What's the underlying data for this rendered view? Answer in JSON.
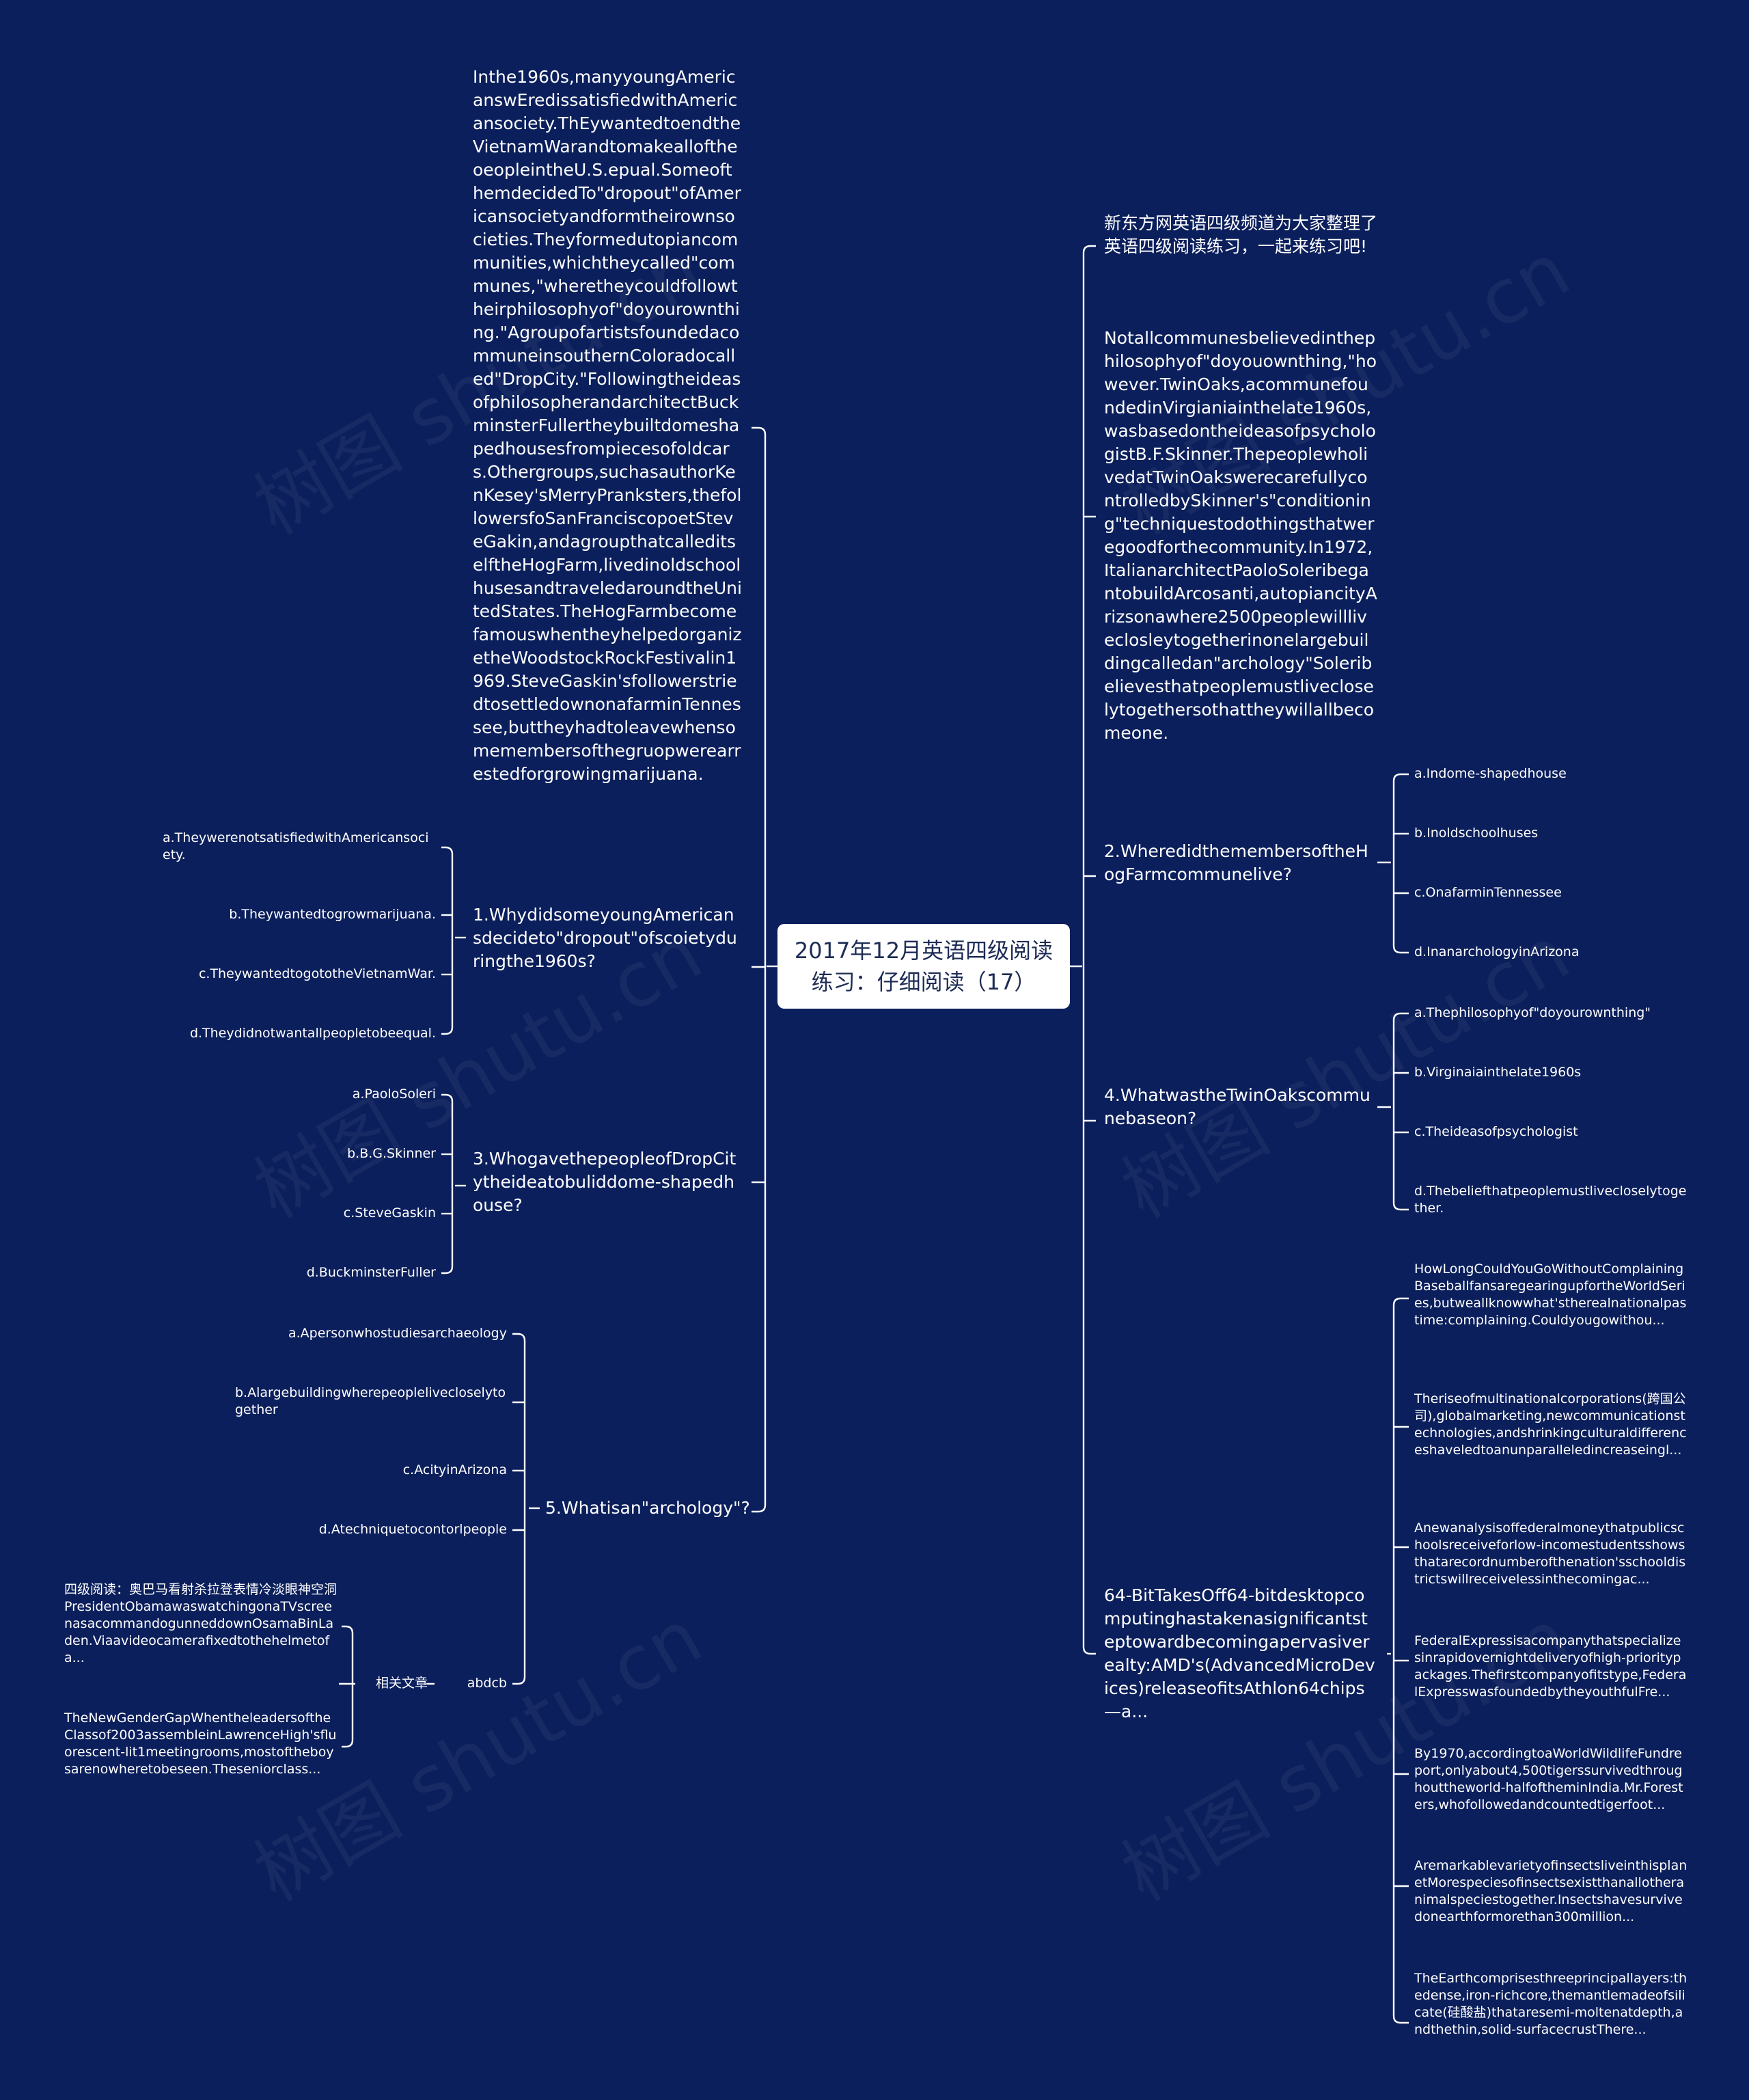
{
  "root": {
    "title": "2017年12月英语四级阅读练习：仔细阅读（17）"
  },
  "passage_left": "Inthe1960s,manyyoungAmericanswEredissatisfiedwithAmericansociety.ThEywantedtoendtheVietnamWarandtomakealloftheoeopleintheU.S.epual.SomeofthemdecidedTo\"dropout\"ofAmericansocietyandformtheirownsocieties.Theyformedutopiancommunities,whichtheycalled\"communes,\"wheretheycouldfollowtheirphilosophyof\"doyourownthing.\"AgroupofartistsfoundedacommuneinsouthernColoradocalled\"DropCity.\"FollowingtheideasofphilosopherandarchitectBuckminsterFullertheybuiltdomeshapedhousesfrompiecesofoldcars.Othergroups,suchasauthorKenKesey'sMerryPranksters,thefollowersfoSanFranciscopoetSteveGakin,andagroupthatcalleditselftheHogFarm,livedinoldschoolhusesandtraveledaroundtheUnitedStates.TheHogFarmbecomefamouswhentheyhelpedorganizetheWoodstockRockFestivalin1969.SteveGaskin'sfollowerstriedtosettledownonafarminTennessee,buttheyhadtoleavewhensomemembersofthegruopwerearrestedforgrowingmarijuana.",
  "intro_right": "新东方网英语四级频道为大家整理了英语四级阅读练习，一起来练习吧!",
  "passage_right": "Notallcommunesbelievedinthephilosophyof\"doyouownthing,\"however.TwinOaks,acommunefoundedinVirgianiainthelate1960s,wasbasedontheideasofpsychologistB.F.Skinner.ThepeoplewholivedatTwinOakswerecarefullycontrolledbySkinner's\"conditioning\"techniquestodothingsthatweregoodforthecommunity.In1972,ItalianarchitectPaoloSoleribegantobuildArcosanti,autopiancityArizsonawhere2500peoplewillliveclosleytogetherinonelargebuildingcalledan\"archology\"Soleribelievesthatpeoplemustlivecloselytogethersothattheywillallbecomeone.",
  "questions": {
    "q1": {
      "text": "1.WhydidsomeyoungAmericansdecideto\"dropout\"ofscoietyduringthe1960s?",
      "options": [
        "a.TheywerenotsatisfiedwithAmericansociety.",
        "b.Theywantedtogrowmarijuana.",
        "c.TheywantedtogototheVietnamWar.",
        "d.Theydidnotwantallpeopletobeequal."
      ]
    },
    "q2": {
      "text": "2.WheredidthemembersoftheHogFarmcommunelive?",
      "options": [
        "a.Indome-shapedhouse",
        "b.Inoldschoolhuses",
        "c.OnafarminTennessee",
        "d.InanarchologyinArizona"
      ]
    },
    "q3": {
      "text": "3.WhogavethepeopleofDropCitytheideatobuliddome-shapedhouse?",
      "options": [
        "a.PaoloSoleri",
        "b.B.G.Skinner",
        "c.SteveGaskin",
        "d.BuckminsterFuller"
      ]
    },
    "q4": {
      "text": "4.WhatwastheTwinOakscommunebaseon?",
      "options": [
        "a.Thephilosophyof\"doyourownthing\"",
        "b.Virginaiainthelate1960s",
        "c.Theideasofpsychologist",
        "d.Thebeliefthatpeoplemustlivecloselytogether."
      ]
    },
    "q5": {
      "text": "5.Whatisan\"archology\"?",
      "options": [
        "a.Apersonwhostudiesarchaeology",
        "b.Alargebuildingwherepeoplelivecloselytogether",
        "c.AcityinArizona",
        "d.Atechniquetocontorlpeople"
      ],
      "extra": "abdcb"
    }
  },
  "related": {
    "label": "相关文章",
    "items": [
      "四级阅读：奥巴马看射杀拉登表情冷淡眼神空洞PresidentObamawaswatchingonaTVscreenasacommandogunneddownOsamaBinLaden.Viaavideocamerafixedtothehelmetofa...",
      "TheNewGenderGapWhentheleadersoftheClassof2003assembleinLawrenceHigh'sfluorescent-lit1meetingrooms,mostoftheboysarenowheretobeseen.Theseniorclass..."
    ]
  },
  "article_64bit": {
    "title": "64-BitTakesOff64-bitdesktopcomputinghastakenasignificantsteptowardbecomingapervasiverealty:AMD's(AdvancedMicroDevices)releaseofitsAthlon64chips—a...",
    "items": [
      "HowLongCouldYouGoWithoutComplainingBaseballfansaregearingupfortheWorldSeries,butweallknowwhat'stherealnationalpastime:complaining.Couldyougowithou...",
      "Theriseofmultinationalcorporations(跨国公司),globalmarketing,newcommunicationstechnologies,andshrinkingculturaldifferenceshaveledtoanunparalleledincreaseingl...",
      "Anewanalysisoffederalmoneythatpublicschoolsreceiveforlow-incomestudentsshowsthatarecordnumberofthenation'sschooldistrictswillreceivelessinthecomingac...",
      "FederalExpressisacompanythatspecializesinrapidovernightdeliveryofhigh-prioritypackages.Thefirstcompanyofitstype,FederalExpresswasfoundedbytheyouthfulFre...",
      "By1970,accordingtoaWorldWildlifeFundreport,onlyabout4,500tigerssurvivedthroughouttheworld-halfoftheminIndia.Mr.Foresters,whofollowedandcountedtigerfoot...",
      "AremarkablevarietyofinsectsliveinthisplanetMorespeciesofinsectsexistthanallotheranimalspeciestogether.Insectshavesurvivedonearthformorethan300million...",
      "TheEarthcomprisesthreeprincipallayers:thedense,iron-richcore,themantlemadeofsilicate(硅酸盐)thataresemi-moltenatdepth,andthethin,solid-surfacecrustThere..."
    ]
  },
  "watermark": "树图 shutu.cn"
}
